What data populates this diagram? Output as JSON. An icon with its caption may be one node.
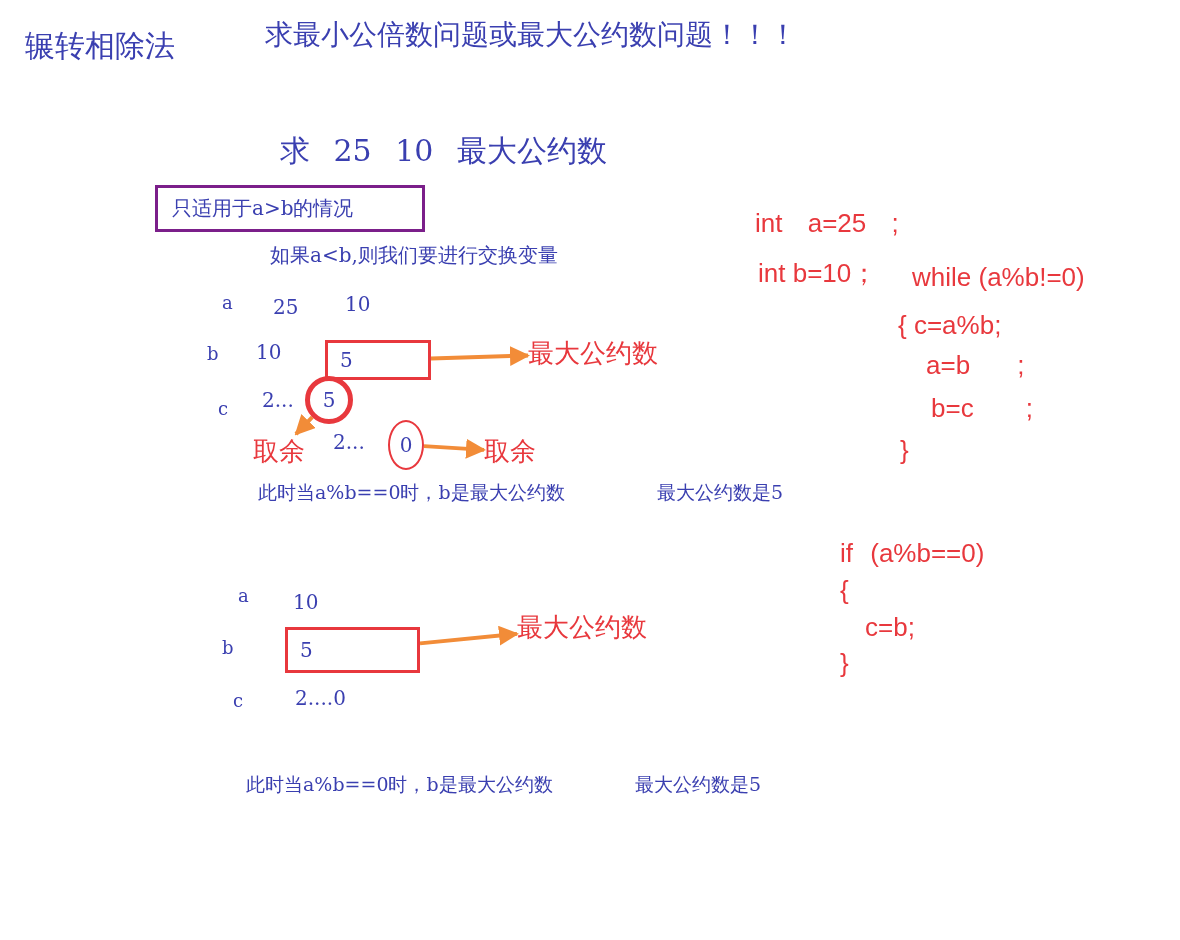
{
  "diagram": {
    "title": "辗转相除法",
    "nodes": [
      {
        "text": [
          "只适用于a>b的情况"
        ]
      },
      {
        "text": [
          "5"
        ]
      },
      {
        "text": [
          "最大公约数"
        ]
      },
      {
        "text": [
          "5"
        ]
      },
      {
        "text": [
          "取余"
        ]
      },
      {
        "text": [
          "0"
        ]
      },
      {
        "text": [
          "取余"
        ]
      },
      {
        "text": [
          "5"
        ]
      },
      {
        "text": [
          "最大公约数"
        ]
      }
    ],
    "edges": [
      {
        "from": 1,
        "to": 2,
        "arrow": "to"
      },
      {
        "from": 3,
        "to": 4,
        "arrow": "to"
      },
      {
        "from": 5,
        "to": 6,
        "arrow": "to"
      },
      {
        "from": 7,
        "to": 8,
        "arrow": "to"
      }
    ],
    "labels": [
      "求最小公倍数问题或最大公约数问题！！！",
      "求 25 10 最大公约数",
      "如果a<b,则我们要进行交换变量",
      "a",
      "25",
      "10",
      "b",
      "10",
      "c",
      "2...",
      "2...",
      "此时当a%b==0时，b是最大公约数",
      "最大公约数是5",
      "int a=25 ;",
      "int b=10；",
      "while (a%b!=0)",
      "{ c=a%b;",
      "a=b ;",
      "b=c ;",
      "}",
      "if (a%b==0)",
      "{",
      "c=b;",
      "}",
      "a",
      "10",
      "b",
      "c",
      "2....0",
      "此时当a%b==0时，b是最大公约数",
      "最大公约数是5"
    ]
  }
}
